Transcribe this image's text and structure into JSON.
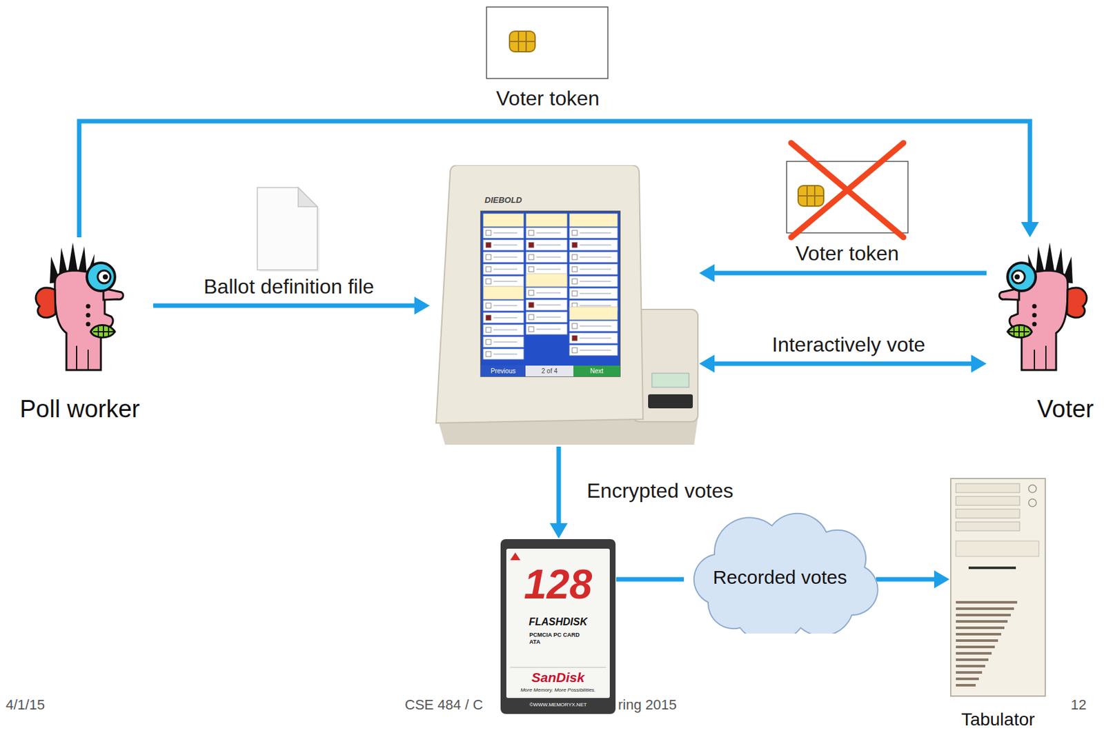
{
  "diagram": {
    "nodes": [
      {
        "text": [
          "Poll worker"
        ]
      },
      {
        "text": [
          "DIEBOLD",
          "Previous",
          "2 of 4",
          "Next"
        ]
      },
      {
        "text": [
          "Voter"
        ]
      },
      {
        "text": [
          "128",
          "FLASHDISK",
          "PCMCIA PC CARD ATA",
          "SanDisk",
          "More Memory. More Possibilities.",
          "©WWW.MEMORYX.NET"
        ]
      },
      {
        "text": [
          "Recorded votes"
        ]
      },
      {
        "text": [
          "Tabulator"
        ]
      }
    ],
    "edges": [
      {
        "from": 0,
        "to": 2,
        "label": "Voter token",
        "arrow": "to"
      },
      {
        "from": 0,
        "to": 1,
        "label": "Ballot definition file",
        "arrow": "to"
      },
      {
        "from": 2,
        "to": 1,
        "label": "Voter token",
        "arrow": "to"
      },
      {
        "from": 1,
        "to": 2,
        "label": "Interactively vote",
        "arrow": "both"
      },
      {
        "from": 1,
        "to": 3,
        "label": "Encrypted votes",
        "arrow": "to"
      },
      {
        "from": 3,
        "to": 4,
        "arrow": "none"
      },
      {
        "from": 4,
        "to": 5,
        "arrow": "to"
      }
    ],
    "labels": [
      "4/1/15",
      "CSE 484 / C",
      "ring 2015",
      "12"
    ]
  }
}
